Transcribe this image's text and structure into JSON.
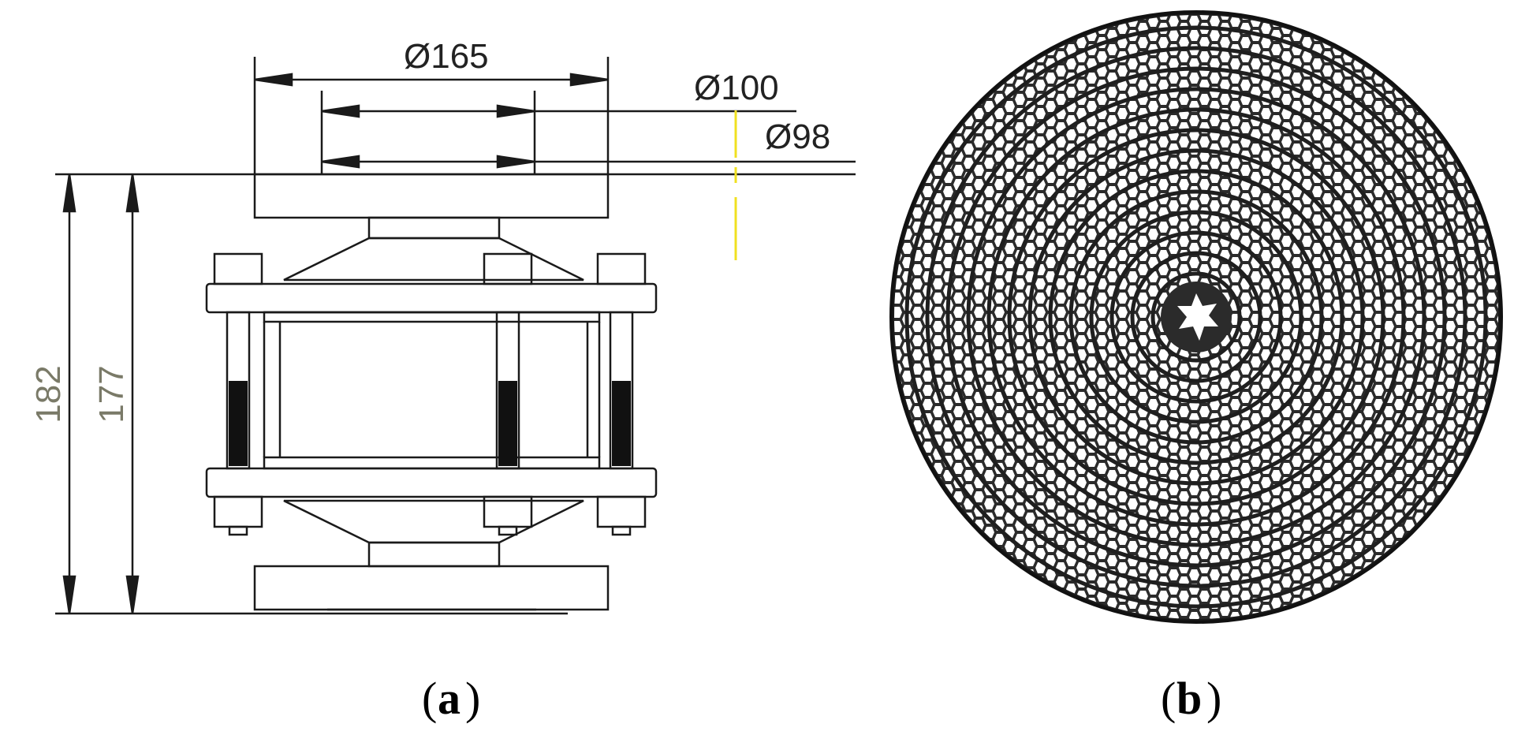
{
  "panel_a": {
    "caption_open": "(",
    "caption_letter": "a",
    "caption_close": ")",
    "dimensions": {
      "outer_flange": "Ø165",
      "inner_bore_top": "Ø100",
      "inner_bore": "Ø98",
      "height_overall": "182",
      "height_body": "177"
    }
  },
  "panel_b": {
    "caption_open": "(",
    "caption_letter": "b",
    "caption_close": ")"
  },
  "colors": {
    "line": "#1a1a1a",
    "thread": "#111111",
    "dimension_text_gray": "#7a7a68",
    "centerline": "#f0e020",
    "disc_fill": "#2b2b2b",
    "disc_cell": "#ffffff"
  }
}
